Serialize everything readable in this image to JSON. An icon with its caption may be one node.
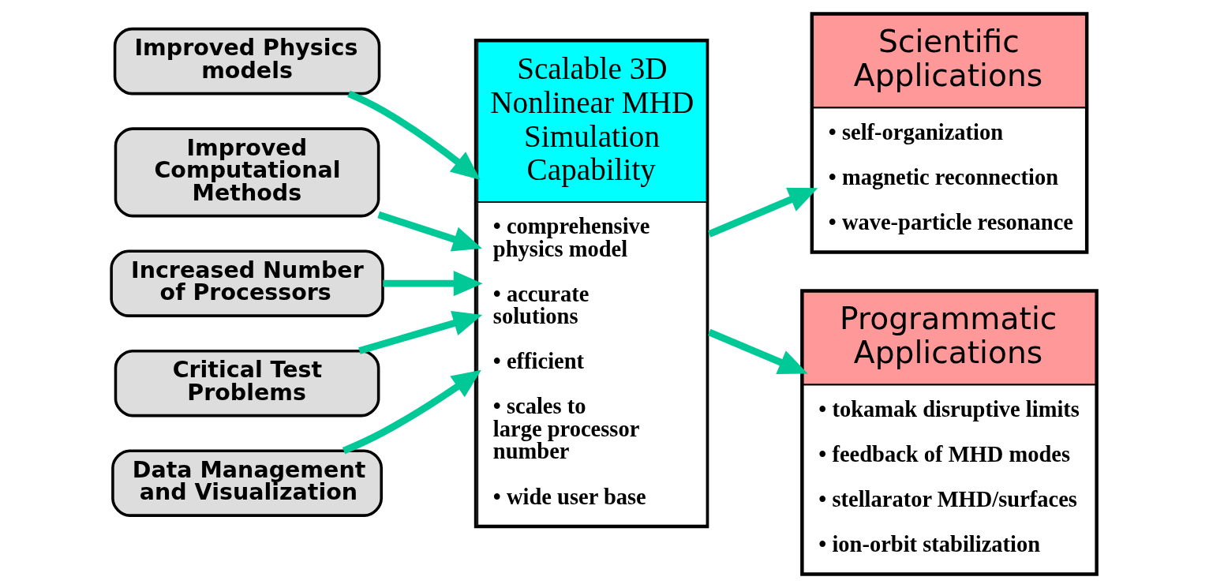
{
  "diagram": {
    "nodes": [
      {
        "text": [
          "Improved Physics models"
        ]
      },
      {
        "text": [
          "Improved Computational Methods"
        ]
      },
      {
        "text": [
          "Increased Number of Processors"
        ]
      },
      {
        "text": [
          "Critical Test Problems"
        ]
      },
      {
        "text": [
          "Data Management and Visualization"
        ]
      },
      {
        "text": [
          "Scalable 3D Nonlinear MHD Simulation Capability",
          "• comprehensive physics model",
          "• accurate solutions",
          "• efficient",
          "• scales to large processor number",
          "• wide user base"
        ]
      },
      {
        "text": [
          "Scientific Applications",
          "• self-organization",
          "• magnetic reconnection",
          "• wave-particle resonance"
        ]
      },
      {
        "text": [
          "Programmatic Applications",
          "• tokamak disruptive limits",
          "• feedback of MHD modes",
          "• stellarator MHD/surfaces",
          "• ion-orbit stabilization"
        ]
      }
    ],
    "edges": [
      {
        "from": 0,
        "to": 5,
        "arrow": "to"
      },
      {
        "from": 1,
        "to": 5,
        "arrow": "to"
      },
      {
        "from": 2,
        "to": 5,
        "arrow": "to"
      },
      {
        "from": 3,
        "to": 5,
        "arrow": "to"
      },
      {
        "from": 4,
        "to": 5,
        "arrow": "to"
      },
      {
        "from": 5,
        "to": 6,
        "arrow": "to"
      },
      {
        "from": 5,
        "to": 7,
        "arrow": "to"
      }
    ]
  }
}
